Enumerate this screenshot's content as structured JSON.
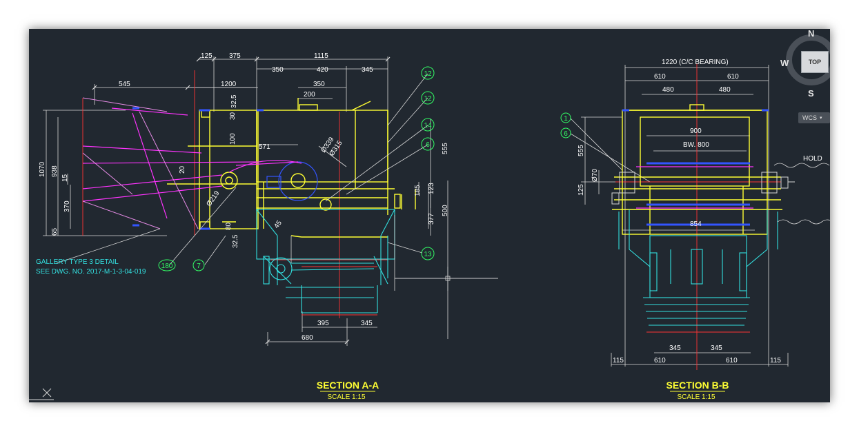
{
  "drawing": {
    "left_view": {
      "title": "SECTION A-A",
      "scale": "SCALE 1:15",
      "note_line1": "GALLERY TYPE 3 DETAIL",
      "note_line2": "SEE DWG. NO. 2017-M-1-3-04-019",
      "dimensions": {
        "d125": "125",
        "d375": "375",
        "d1115": "1115",
        "d350a": "350",
        "d420": "420",
        "d345a": "345",
        "d545": "545",
        "d1200": "1200",
        "d350b": "350",
        "d200": "200",
        "d32_5a": "32.5",
        "d30": "30",
        "d100": "100",
        "d571": "571",
        "d1070": "1070",
        "d938": "938",
        "d15": "15",
        "d370": "370",
        "d65": "65",
        "d20": "20",
        "d80": "80",
        "d32_5b": "32.5",
        "d45": "45",
        "d185": "185",
        "d123": "123",
        "d377": "377",
        "d555": "555",
        "d500": "500",
        "d395": "395",
        "d345b": "345",
        "d680": "680",
        "dia1": "Ø339",
        "dia2": "Ø315",
        "dia3": "Ø219"
      },
      "callouts": {
        "c12a": "12",
        "c12b": "12",
        "c14": "14",
        "c6": "6",
        "c13": "13",
        "c180": "180",
        "c7": "7"
      }
    },
    "right_view": {
      "title": "SECTION B-B",
      "scale": "SCALE 1:15",
      "hold_label": "HOLD",
      "dimensions": {
        "d1220": "1220 (C/C BEARING)",
        "d610a": "610",
        "d610b": "610",
        "d480a": "480",
        "d480b": "480",
        "d900": "900",
        "bw": "BW. 800",
        "d555": "555",
        "dia70": "Ø70",
        "d125": "125",
        "d854": "854",
        "d345a": "345",
        "d345b": "345",
        "d115a": "115",
        "d610c": "610",
        "d610d": "610",
        "d115b": "115"
      },
      "callouts": {
        "c1": "1",
        "c6": "6"
      }
    }
  },
  "navcube": {
    "north": "N",
    "west": "W",
    "south": "S",
    "face": "TOP"
  },
  "wcs": {
    "label": "WCS"
  },
  "colors": {
    "background": "#212830",
    "yellow": "#ffff33",
    "cyan": "#33e0e0",
    "magenta": "#ff33ff",
    "red": "#ff3333",
    "green": "#33ff66"
  }
}
